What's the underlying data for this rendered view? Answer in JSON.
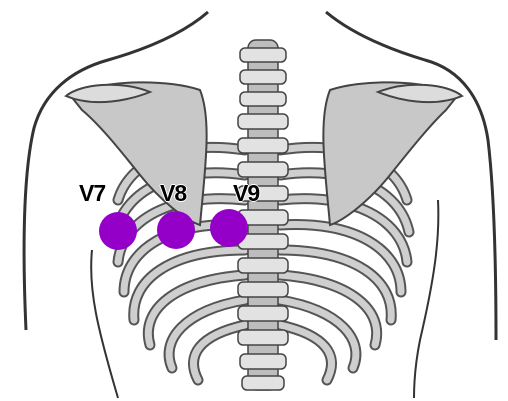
{
  "diagram": {
    "electrodes": [
      {
        "label": "V7",
        "color": "#9400c8"
      },
      {
        "label": "V8",
        "color": "#9400c8"
      },
      {
        "label": "V9",
        "color": "#9400c8"
      }
    ]
  },
  "colors": {
    "bone": "#cfcfcf",
    "bone_dark": "#8c8c8c",
    "outline": "#3a3a3a",
    "electrode": "#9400c8"
  }
}
